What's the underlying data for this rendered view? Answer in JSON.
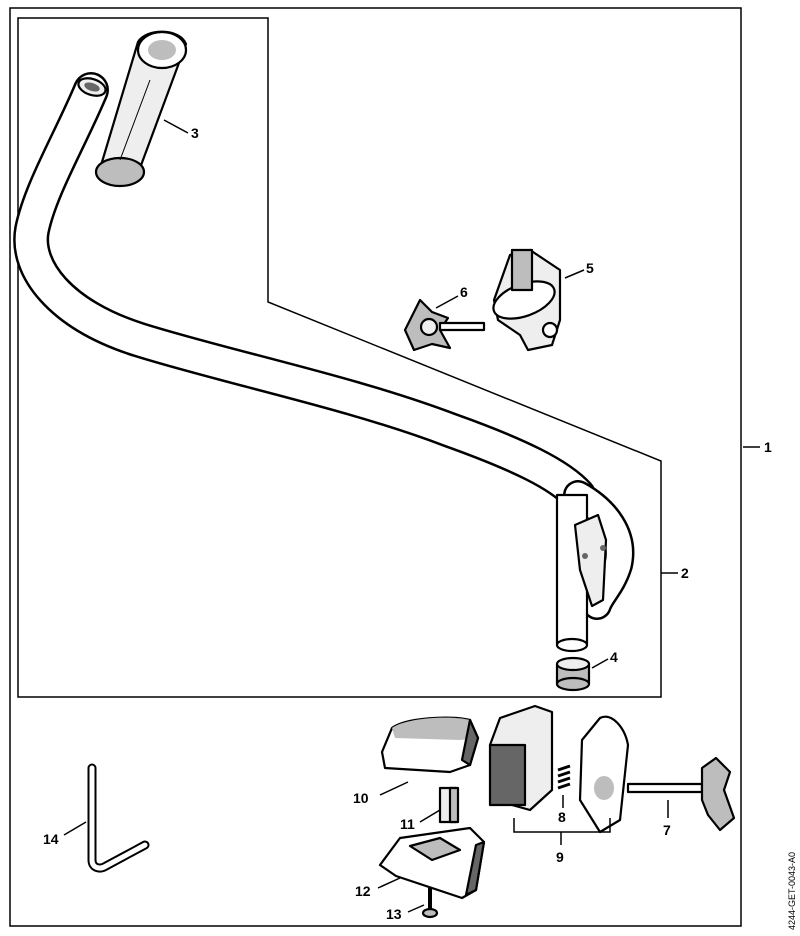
{
  "diagram": {
    "reference_code": "4244-GET-0043-A0",
    "callouts": [
      {
        "id": "c1",
        "label": "1"
      },
      {
        "id": "c2",
        "label": "2"
      },
      {
        "id": "c3",
        "label": "3"
      },
      {
        "id": "c4",
        "label": "4"
      },
      {
        "id": "c5",
        "label": "5"
      },
      {
        "id": "c6",
        "label": "6"
      },
      {
        "id": "c7",
        "label": "7"
      },
      {
        "id": "c8",
        "label": "8"
      },
      {
        "id": "c9",
        "label": "9"
      },
      {
        "id": "c10",
        "label": "10"
      },
      {
        "id": "c11",
        "label": "11"
      },
      {
        "id": "c12",
        "label": "12"
      },
      {
        "id": "c13",
        "label": "13"
      },
      {
        "id": "c14",
        "label": "14"
      }
    ]
  }
}
